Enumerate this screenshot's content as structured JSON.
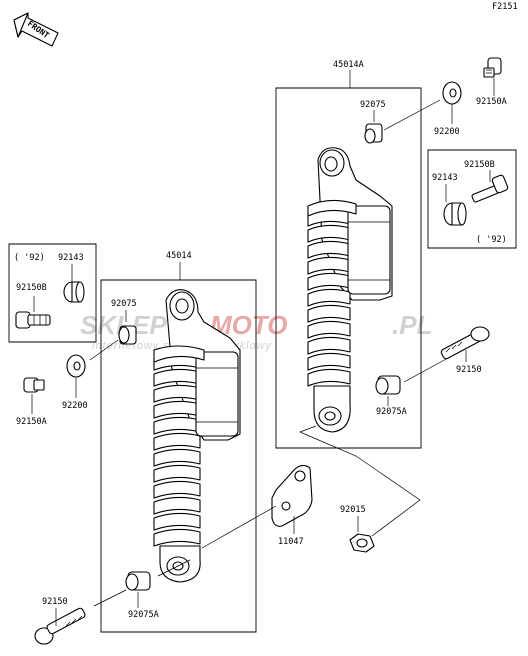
{
  "figure_code": "F2151",
  "front_marker": "FRONT",
  "watermark": {
    "brand_part1": "SKLEP",
    "brand_part2": "MOTO",
    "brand_part3": ".PL",
    "tagline": "internetowy sklep motocyklowy"
  },
  "labels": {
    "rear_assembly": "45014A",
    "front_assembly": "45014",
    "top_bushing_rear": "92075",
    "top_bushing_front": "92075",
    "bottom_bushing_rear": "92075A",
    "bottom_bushing_front": "92075A",
    "washer_rear": "92200",
    "washer_left": "92200",
    "bolt_top_rear": "92150A",
    "bolt_left": "92150A",
    "bolt_rear_mid": "92150",
    "bolt_bottom": "92150",
    "inset_right_bolt": "92150B",
    "inset_right_collar": "92143",
    "inset_right_year": "( '92)",
    "inset_left_year": "( '92)",
    "inset_left_collar": "92143",
    "inset_left_bolt": "92150B",
    "bracket": "11047",
    "nut": "92015"
  },
  "colors": {
    "line": "#000000",
    "watermark_gray": "#c9c9c9",
    "watermark_red": "#e39a9a"
  }
}
